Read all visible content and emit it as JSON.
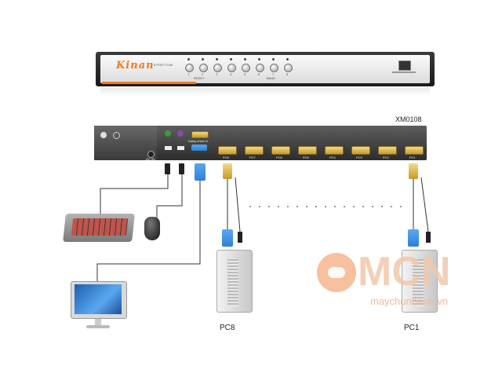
{
  "front_panel": {
    "brand": "Kinan",
    "subtitle": "8 PORT KVM",
    "sub_labels": [
      "RESET",
      "BANK"
    ],
    "port_numbers": [
      "1",
      "2",
      "3",
      "4",
      "5",
      "6",
      "7",
      "8"
    ]
  },
  "rear_panel": {
    "model": "XM0108",
    "power_label": "DC 9V",
    "daisy_chain_label": "Daisy-chain in",
    "ports": [
      "PC8",
      "PC7",
      "PC6",
      "PC5",
      "PC4",
      "PC3",
      "PC2",
      "PC1"
    ]
  },
  "pc_labels": {
    "left": "PC8",
    "right": "PC1"
  },
  "watermark": {
    "logo": "MCN",
    "url": "maychunhanh.vn"
  },
  "colors": {
    "accent_orange": "#f07a20",
    "vga_gold": "#d8b04a",
    "usb_blue": "#2d7fd6",
    "watermark": "#f2c7ac"
  }
}
